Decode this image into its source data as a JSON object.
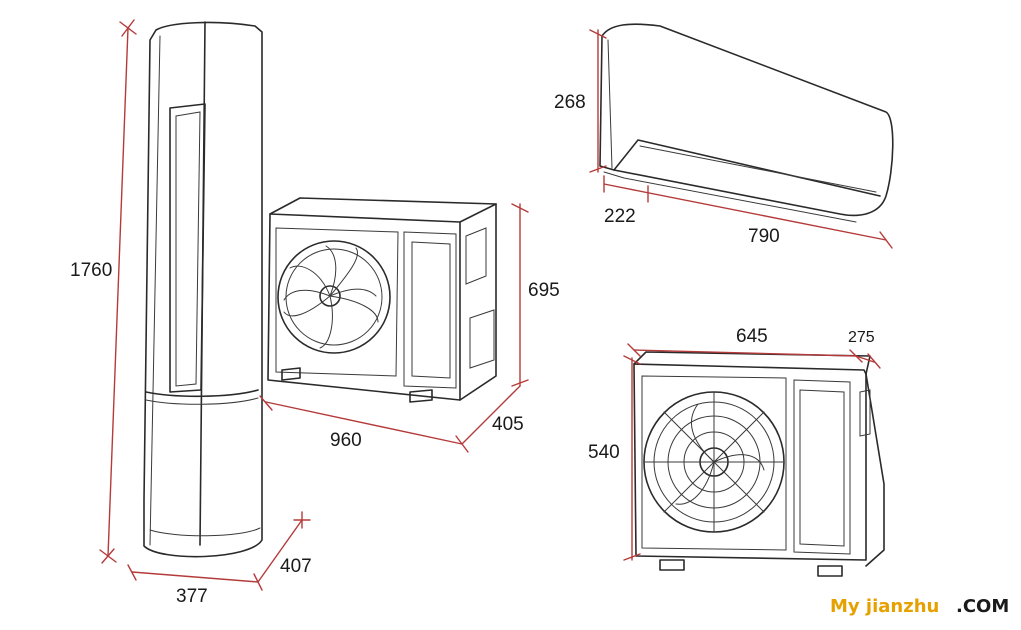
{
  "diagram": {
    "dimensions": {
      "floor_unit_height": "1760",
      "floor_unit_width": "377",
      "floor_unit_depth": "407",
      "outdoor_large_width": "960",
      "outdoor_large_height": "695",
      "outdoor_large_depth": "405",
      "wall_unit_height": "268",
      "wall_unit_depth": "222",
      "wall_unit_width": "790",
      "outdoor_small_width": "645",
      "outdoor_small_depth": "275",
      "outdoor_small_height": "540"
    },
    "watermark": {
      "part1": "My jianzhu",
      "part2": ".COM"
    },
    "colors": {
      "dimension_line": "#b53a3a",
      "drawing_ink": "#2a2a2a",
      "watermark_primary": "#e6a100",
      "watermark_secondary": "#1a1a1a"
    }
  }
}
